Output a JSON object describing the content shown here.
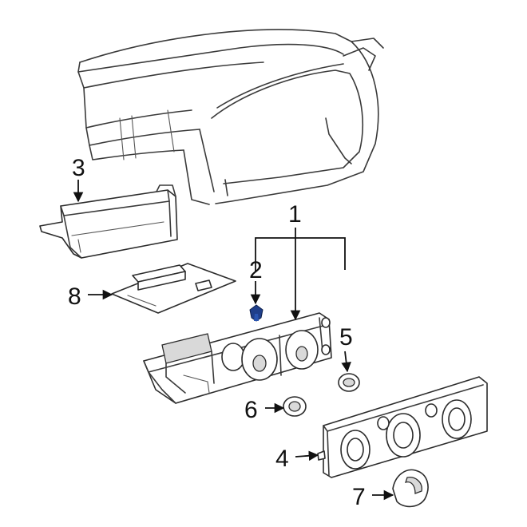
{
  "colors": {
    "stroke": "#2b2b2b",
    "accent_part": "#1f3f8a",
    "background": "#ffffff"
  },
  "callouts": [
    {
      "id": "c1",
      "label": "1"
    },
    {
      "id": "c2",
      "label": "2"
    },
    {
      "id": "c3",
      "label": "3"
    },
    {
      "id": "c4",
      "label": "4"
    },
    {
      "id": "c5",
      "label": "5"
    },
    {
      "id": "c6",
      "label": "6"
    },
    {
      "id": "c7",
      "label": "7"
    },
    {
      "id": "c8",
      "label": "8"
    }
  ]
}
